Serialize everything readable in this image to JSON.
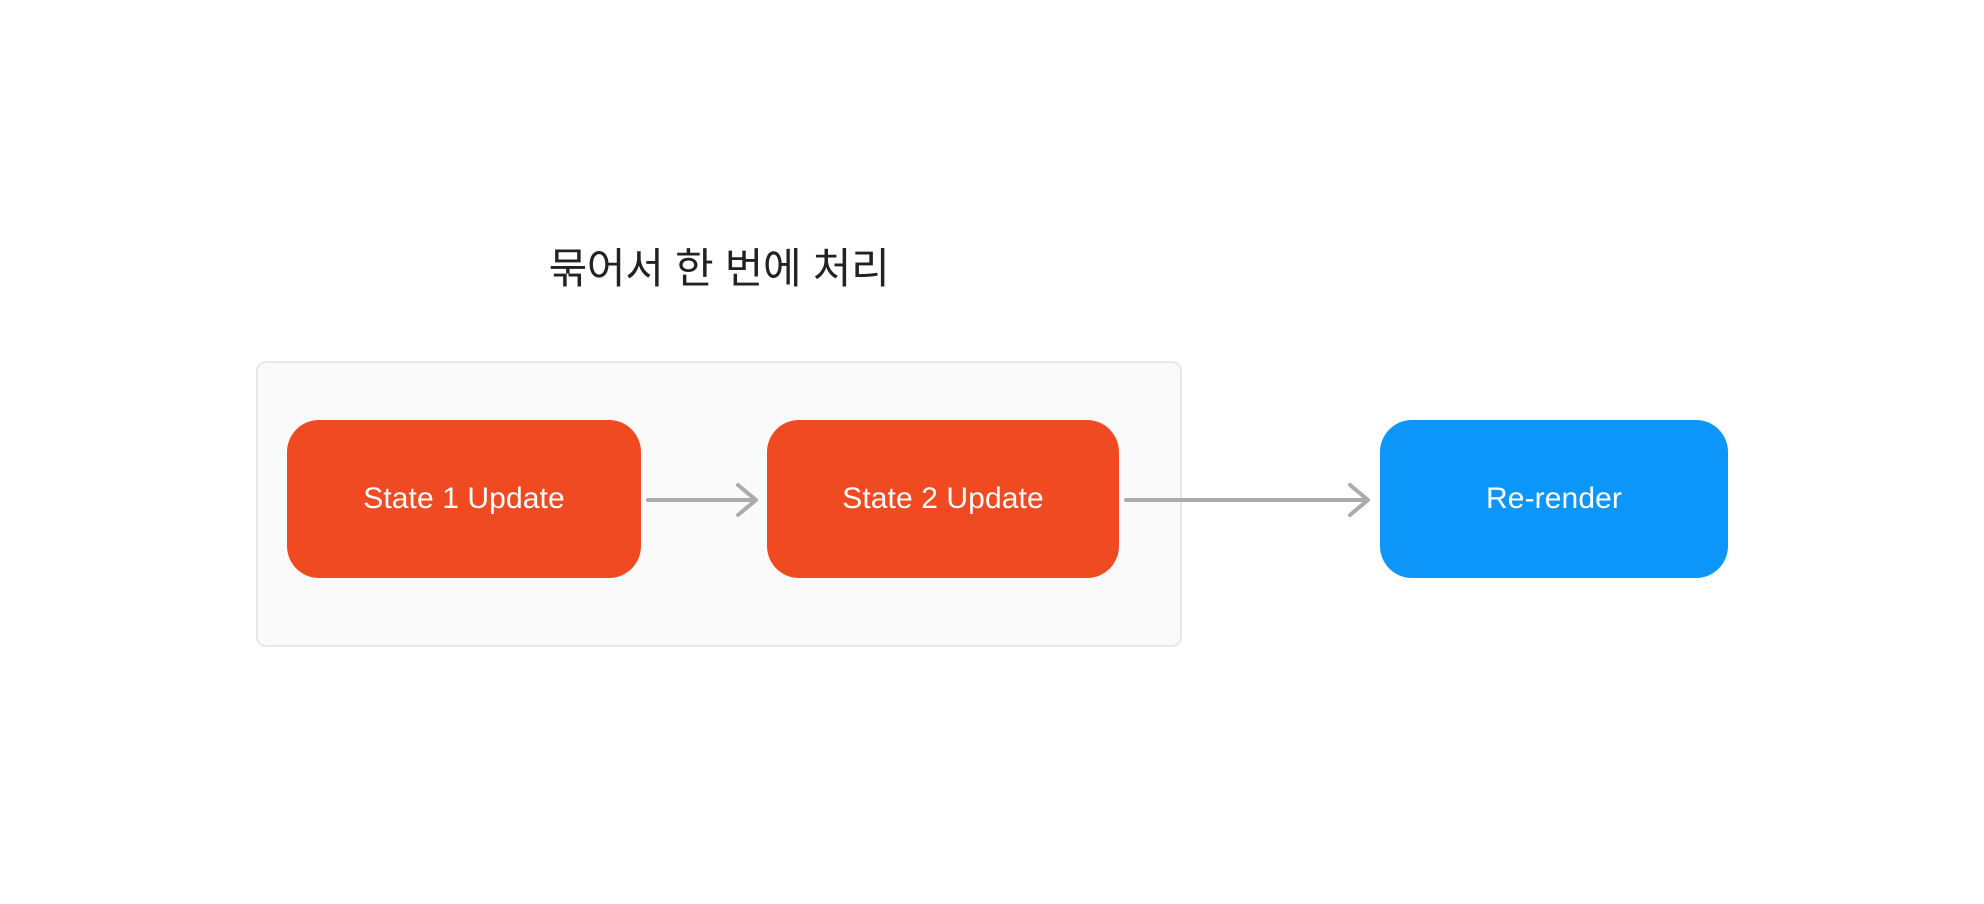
{
  "diagram": {
    "background_color": "#ffffff",
    "subgraph": {
      "title": "묶어서 한 번에 처리",
      "fill_color": "#fafafa",
      "border_color": "#e8e8e8"
    },
    "nodes": [
      {
        "id": "state1",
        "label": "State 1 Update",
        "color": "#f04a23",
        "text_color": "#ffffff",
        "shape": "stadium"
      },
      {
        "id": "state2",
        "label": "State 2 Update",
        "color": "#f04a23",
        "text_color": "#ffffff",
        "shape": "stadium"
      },
      {
        "id": "rerender",
        "label": "Re-render",
        "color": "#0d96fa",
        "text_color": "#ffffff",
        "shape": "stadium"
      }
    ],
    "edges": [
      {
        "id": "edge-1",
        "from": "state1",
        "to": "state2",
        "label": "",
        "color": "#ababab",
        "arrowhead": "open"
      },
      {
        "id": "edge-2",
        "from": "state2",
        "to": "rerender",
        "label": "",
        "color": "#ababab",
        "arrowhead": "open"
      }
    ]
  }
}
